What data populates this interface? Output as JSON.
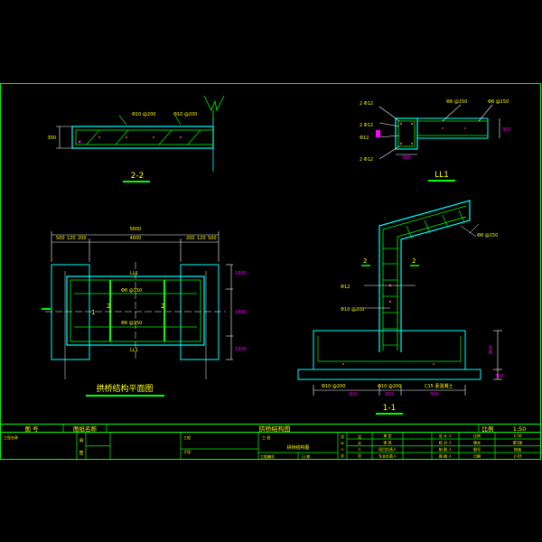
{
  "colors": {
    "background": "#000000",
    "frame": "#00ff00",
    "structure": "#00ffff",
    "rebar": "#00ff00",
    "label": "#ffff00",
    "dimension": "#ff3b3b",
    "accent": "#ff00ff",
    "white": "#ffffff"
  },
  "section_22": {
    "title": "2-2",
    "dim_left": "300",
    "rebar_left": "Φ10 @200",
    "rebar_right": "Φ10 @200"
  },
  "section_ll1": {
    "title": "LL1",
    "labels_left": [
      "2 Φ12",
      "2 Φ12",
      "Φ12",
      "2 Φ12"
    ],
    "label_top1": "Φ8 @150",
    "label_top2": "Φ8 @150",
    "dim_bottom": "300",
    "dim_right": "300"
  },
  "plan": {
    "title": "拱桥结构平面图",
    "top_total": "5600",
    "top_mid": "4600",
    "top_left_a": "500",
    "top_left_b": "120",
    "top_left_c": "200",
    "top_right_a": "200",
    "top_right_b": "120",
    "top_right_c": "500",
    "beam_top": "LL1",
    "beam_bottom": "LL1",
    "rebar_top": "Φ8 @150",
    "rebar_bottom": "Φ8 @150",
    "mark_left": "2",
    "mark_right": "2",
    "section_mark": "1",
    "right_dims": [
      "1900",
      "1800",
      "1900"
    ]
  },
  "section_11": {
    "title": "1-1",
    "mark_left": "2",
    "mark_right": "2",
    "label_top_right": "Φ8 @150",
    "label_mid1": "Φ12",
    "label_mid2": "Φ10 @200",
    "bottom_labels": [
      "Φ10 @200",
      "Φ10 @200",
      "C15 素混凝土"
    ],
    "bottom_dims": [
      "300",
      "300",
      "300"
    ],
    "right_dims": [
      "800",
      "300"
    ]
  },
  "title_block": {
    "drawing_no_label": "图  号",
    "drawing_name_label": "图纸名称",
    "drawing_title": "拱桥结构图",
    "scale_label": "比例",
    "scale_value": "1:50",
    "left_small": "工程名称",
    "box_label_a": "会",
    "box_label_b": "签",
    "mid_line1": "工程",
    "mid_line2": "子项",
    "center_line1": "工  程",
    "center_line2": "拱桥结构图",
    "center_line3": "工程编号",
    "center_line4": "日  期",
    "col_a": [
      "审  定",
      "审  核",
      "项目负责人",
      "专业负责人"
    ],
    "col_b": [
      "设 计 人",
      "校 对 人",
      "制 图 人",
      "描 图 人"
    ],
    "col_c": [
      "比例",
      "版本",
      "图号",
      "日期"
    ],
    "col_d": [
      "1:50",
      "第1版",
      "结施",
      "2-03"
    ],
    "side_marks": [
      "设",
      "计",
      "人",
      "员"
    ]
  }
}
